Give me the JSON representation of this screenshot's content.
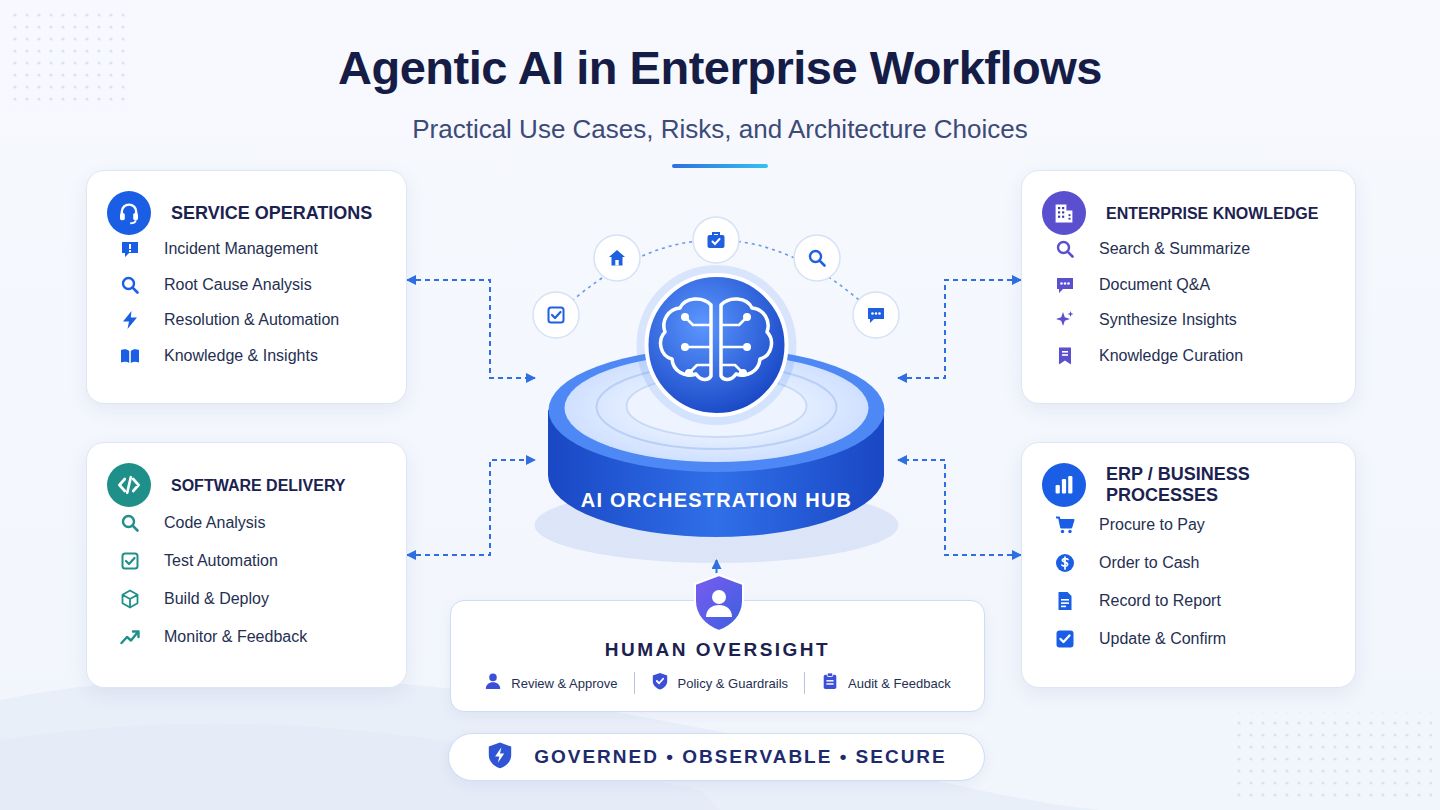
{
  "diagram": {
    "title": "Agentic AI in Enterprise Workflows",
    "nodes": [
      {
        "text": [
          "SERVICE OPERATIONS",
          "Incident Management",
          "Root Cause Analysis",
          "Resolution & Automation",
          "Knowledge & Insights"
        ]
      },
      {
        "text": [
          "ENTERPRISE KNOWLEDGE",
          "Search & Summarize",
          "Document Q&A",
          "Synthesize Insights",
          "Knowledge Curation"
        ]
      },
      {
        "text": [
          "AI ORCHESTRATION HUB"
        ]
      },
      {
        "text": [
          "SOFTWARE DELIVERY",
          "Code Analysis",
          "Test Automation",
          "Build & Deploy",
          "Monitor & Feedback"
        ]
      },
      {
        "text": [
          "ERP / BUSINESS PROCESSES",
          "Procure to Pay",
          "Order to Cash",
          "Record to Report",
          "Update & Confirm"
        ]
      },
      {
        "text": [
          "HUMAN OVERSIGHT",
          "Review & Approve",
          "Policy & Guardrails",
          "Audit & Feedback"
        ]
      },
      {
        "text": [
          "GOVERNED • OBSERVABLE • SECURE"
        ]
      }
    ],
    "edges": [
      {
        "from": 0,
        "to": 2,
        "arrow": "both"
      },
      {
        "from": 1,
        "to": 2,
        "arrow": "both"
      },
      {
        "from": 3,
        "to": 2,
        "arrow": "both"
      },
      {
        "from": 4,
        "to": 2,
        "arrow": "both"
      },
      {
        "from": 5,
        "to": 2,
        "arrow": "to"
      }
    ],
    "labels": [
      "Practical Use Cases, Risks, and Architecture Choices"
    ]
  }
}
